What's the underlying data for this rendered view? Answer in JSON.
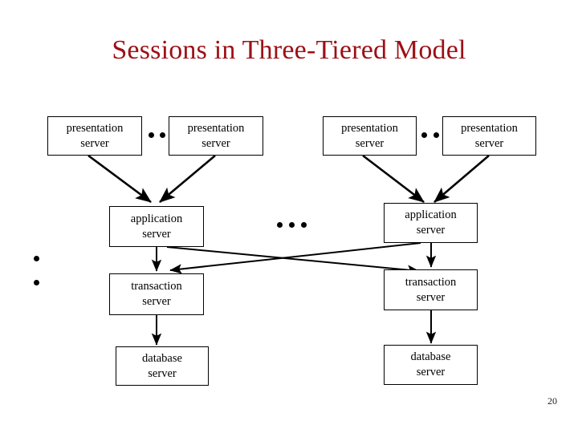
{
  "slide": {
    "title": "Sessions in Three-Tiered Model",
    "title_color": "#9c1016",
    "page_number": "20",
    "background_color": "#ffffff",
    "line_color": "#000000"
  },
  "bullets": [
    {
      "name": "bullet-1",
      "text": ""
    },
    {
      "name": "bullet-2",
      "text": ""
    }
  ],
  "diagram": {
    "type": "three-tier-architecture",
    "left_cluster": {
      "presentation_servers": [
        {
          "line1": "presentation",
          "line2": "server"
        },
        {
          "line1": "presentation",
          "line2": "server"
        }
      ],
      "application_server": {
        "line1": "application",
        "line2": "server"
      },
      "transaction_server": {
        "line1": "transaction",
        "line2": "server"
      },
      "database_server": {
        "line1": "database",
        "line2": "server"
      },
      "ellipsis_between_presentation": "• •"
    },
    "right_cluster": {
      "presentation_servers": [
        {
          "line1": "presentation",
          "line2": "server"
        },
        {
          "line1": "presentation",
          "line2": "server"
        }
      ],
      "application_server": {
        "line1": "application",
        "line2": "server"
      },
      "transaction_server": {
        "line1": "transaction",
        "line2": "server"
      },
      "database_server": {
        "line1": "database",
        "line2": "server"
      },
      "ellipsis_between_presentation": "• •"
    },
    "center_ellipsis": "• • •",
    "connections": [
      {
        "from": "left-presentation-server-1",
        "to": "left-application-server"
      },
      {
        "from": "left-presentation-server-2",
        "to": "left-application-server"
      },
      {
        "from": "right-presentation-server-1",
        "to": "right-application-server"
      },
      {
        "from": "right-presentation-server-2",
        "to": "right-application-server"
      },
      {
        "from": "left-application-server",
        "to": "left-transaction-server"
      },
      {
        "from": "right-application-server",
        "to": "right-transaction-server"
      },
      {
        "from": "left-application-server",
        "to": "right-transaction-server"
      },
      {
        "from": "right-application-server",
        "to": "left-transaction-server"
      },
      {
        "from": "left-transaction-server",
        "to": "left-database-server"
      },
      {
        "from": "right-transaction-server",
        "to": "right-database-server"
      }
    ]
  }
}
